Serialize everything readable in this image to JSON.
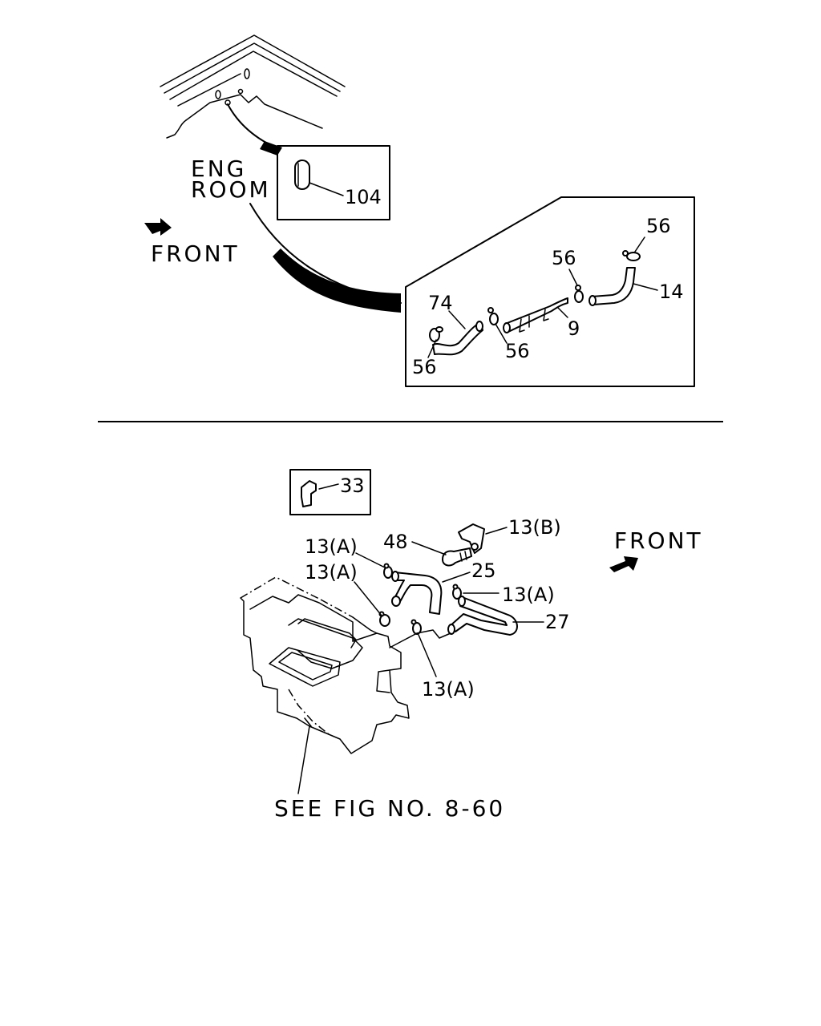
{
  "labels": {
    "eng_room_line1": "ENG",
    "eng_room_line2": "ROOM",
    "front_top": "FRONT",
    "front_bottom": "FRONT",
    "see_fig": "SEE FIG NO. 8-60"
  },
  "callouts_top": {
    "p104": "104",
    "p56_a": "56",
    "p56_b": "56",
    "p14": "14",
    "p74": "74",
    "p9": "9",
    "p56_c": "56",
    "p56_d": "56"
  },
  "callouts_bottom": {
    "p33": "33",
    "p48": "48",
    "p13b": "13(B)",
    "p13a_1": "13(A)",
    "p13a_2": "13(A)",
    "p25": "25",
    "p13a_3": "13(A)",
    "p27": "27",
    "p13a_4": "13(A)"
  }
}
